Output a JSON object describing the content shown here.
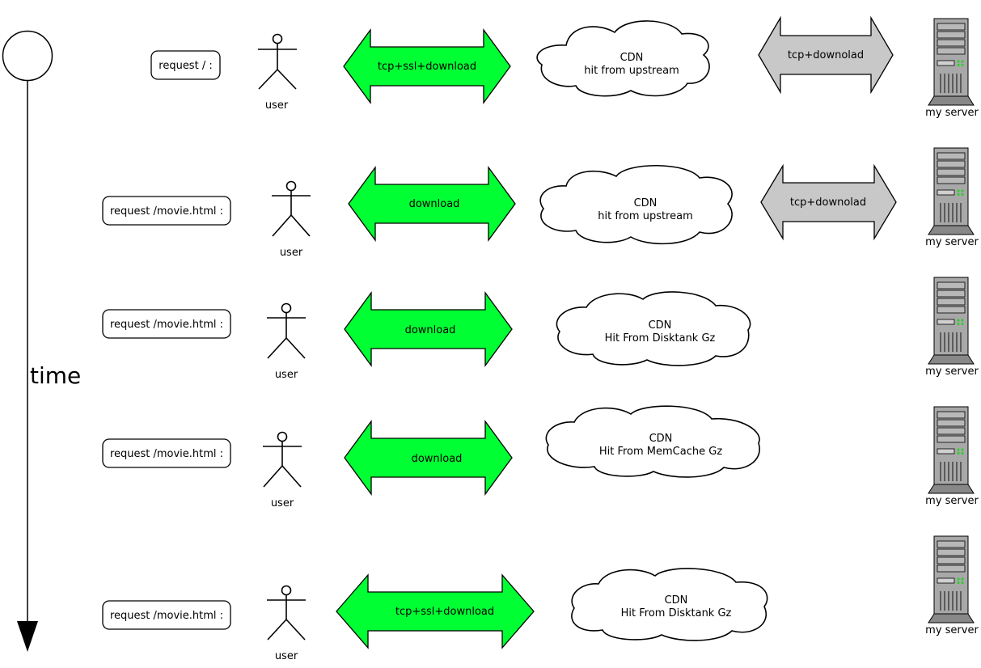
{
  "timeline": {
    "label": "time"
  },
  "colors": {
    "user_to_cdn_arrow": "#00ff33",
    "cdn_to_server_arrow": "#c8c8c8",
    "server_body": "#a8a8a8",
    "outline": "#000000"
  },
  "rows": [
    {
      "request": "request / :",
      "user_label": "user",
      "user_arrow_label": "tcp+ssl+download",
      "cdn_title": "CDN",
      "cdn_status": "hit from upstream",
      "server_arrow_label": "tcp+downolad",
      "server_label": "my server"
    },
    {
      "request": "request /movie.html :",
      "user_label": "user",
      "user_arrow_label": "download",
      "cdn_title": "CDN",
      "cdn_status": "hit from upstream",
      "server_arrow_label": "tcp+downolad",
      "server_label": "my server"
    },
    {
      "request": "request /movie.html :",
      "user_label": "user",
      "user_arrow_label": "download",
      "cdn_title": "CDN",
      "cdn_status": "Hit From Disktank Gz",
      "server_label": "my server"
    },
    {
      "request": "request /movie.html :",
      "user_label": "user",
      "user_arrow_label": "download",
      "cdn_title": "CDN",
      "cdn_status": "Hit From MemCache Gz",
      "server_label": "my server"
    },
    {
      "request": "request /movie.html :",
      "user_label": "user",
      "user_arrow_label": "tcp+ssl+download",
      "cdn_title": "CDN",
      "cdn_status": "Hit From Disktank Gz",
      "server_label": "my server"
    }
  ]
}
